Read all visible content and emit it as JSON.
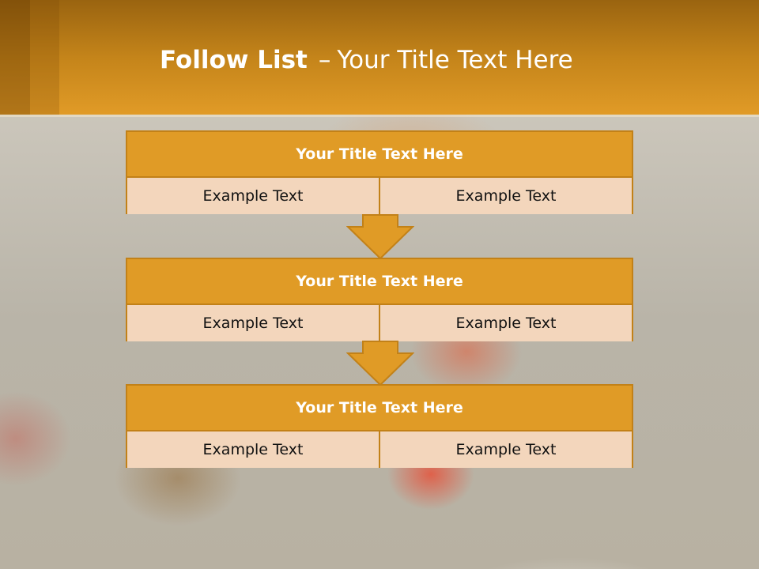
{
  "slide": {
    "title_bold": "Follow List",
    "title_sep": "–",
    "title_rest": "Your Title Text Here"
  },
  "blocks": [
    {
      "title": "Your Title Text Here",
      "left": "Example Text",
      "right": "Example Text"
    },
    {
      "title": "Your Title Text Here",
      "left": "Example Text",
      "right": "Example Text"
    },
    {
      "title": "Your Title Text Here",
      "left": "Example Text",
      "right": "Example Text"
    }
  ],
  "colors": {
    "accent": "#e09b26",
    "accent_dark": "#c28118",
    "cell_fill": "#f3d6bc"
  },
  "icons": {
    "connector": "down-arrow-icon"
  }
}
